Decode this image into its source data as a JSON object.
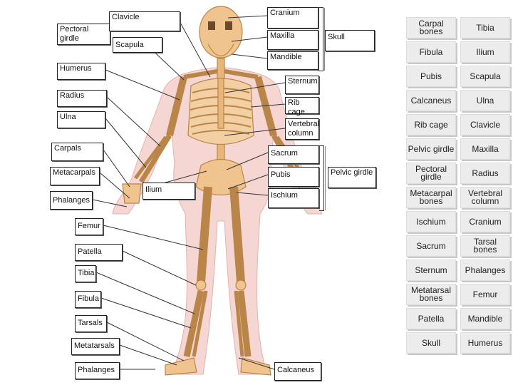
{
  "figure_labels": {
    "pectoral_girdle": "Pectoral girdle",
    "clavicle": "Clavicle",
    "scapula": "Scapula",
    "cranium": "Cranium",
    "maxilla": "Maxilla",
    "mandible": "Mandible",
    "skull": "Skull",
    "humerus": "Humerus",
    "sternum": "Sternum",
    "radius": "Radius",
    "rib_cage": "Rib cage",
    "ulna": "Ulna",
    "vertebral_column": "Vertebral column",
    "carpals": "Carpals",
    "sacrum": "Sacrum",
    "metacarpals": "Metacarpals",
    "pubis": "Pubis",
    "pelvic_girdle": "Pelvic girdle",
    "ilium": "Ilium",
    "ischium": "Ischium",
    "phalanges_hand": "Phalanges",
    "femur": "Femur",
    "patella": "Patella",
    "tibia": "Tibia",
    "fibula": "Fibula",
    "tarsals": "Tarsals",
    "metatarsals": "Metatarsals",
    "phalanges_foot": "Phalanges",
    "calcaneus": "Calcaneus"
  },
  "word_bank": [
    [
      "Carpal bones",
      "Tibia"
    ],
    [
      "Fibula",
      "Ilium"
    ],
    [
      "Pubis",
      "Scapula"
    ],
    [
      "Calcaneus",
      "Ulna"
    ],
    [
      "Rib cage",
      "Clavicle"
    ],
    [
      "Pelvic girdle",
      "Maxilla"
    ],
    [
      "Pectoral girdle",
      "Radius"
    ],
    [
      "Metacarpal bones",
      "Vertebral column"
    ],
    [
      "Ischium",
      "Cranium"
    ],
    [
      "Sacrum",
      "Tarsal bones"
    ],
    [
      "Sternum",
      "Phalanges"
    ],
    [
      "Metatarsal bones",
      "Femur"
    ],
    [
      "Patella",
      "Mandible"
    ],
    [
      "Skull",
      "Humerus"
    ]
  ],
  "colors": {
    "bone": "#f0c48e",
    "bone_edge": "#b98548",
    "flesh": "#f6d6d2",
    "card": "#ececec"
  }
}
